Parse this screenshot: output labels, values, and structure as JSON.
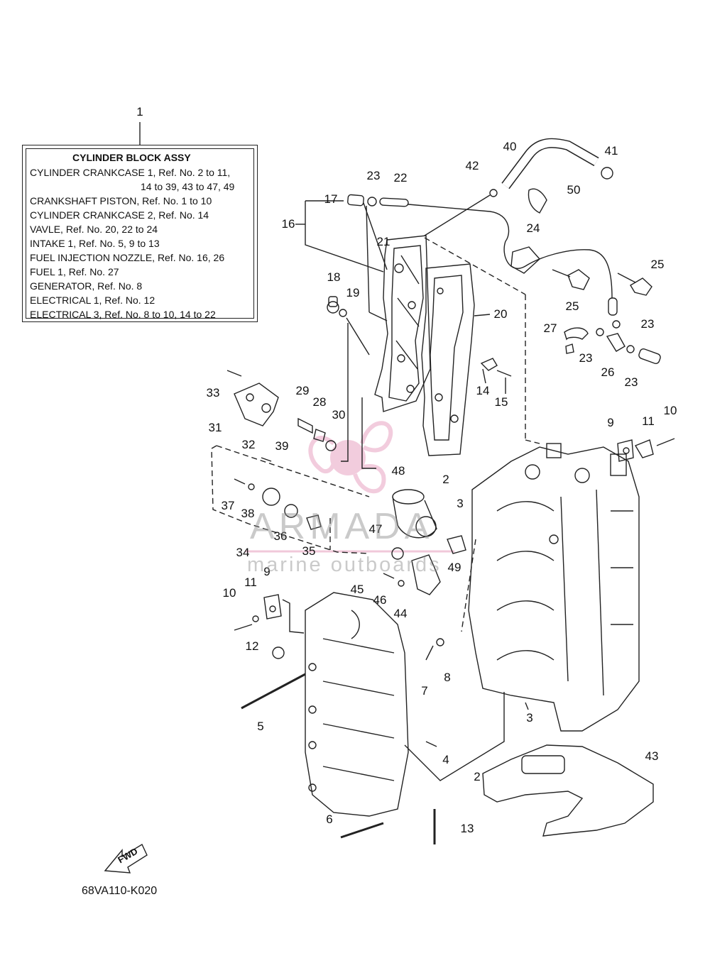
{
  "legend": {
    "title": "CYLINDER BLOCK ASSY",
    "lines": [
      "CYLINDER CRANKCASE 1,  Ref. No. 2 to 11,",
      "14 to 39, 43 to 47, 49",
      "CRANKSHAFT PISTON,  Ref. No. 1 to 10",
      "CYLINDER CRANKCASE 2,  Ref. No. 14",
      "VAVLE,  Ref. No. 20, 22 to 24",
      "INTAKE 1,  Ref. No. 5, 9 to 13",
      "FUEL INJECTION NOZZLE,  Ref. No. 16, 26",
      "FUEL 1,  Ref. No. 27",
      "GENERATOR,  Ref. No. 8",
      "ELECTRICAL 1,  Ref. No. 12",
      "ELECTRICAL 3,  Ref. No. 8 to 10, 14 to 22"
    ]
  },
  "callouts": [
    "1",
    "2",
    "2",
    "3",
    "3",
    "4",
    "5",
    "6",
    "7",
    "8",
    "9",
    "9",
    "10",
    "10",
    "11",
    "11",
    "12",
    "13",
    "14",
    "15",
    "16",
    "17",
    "18",
    "19",
    "20",
    "21",
    "22",
    "23",
    "23",
    "23",
    "23",
    "24",
    "25",
    "25",
    "26",
    "27",
    "28",
    "29",
    "30",
    "31",
    "32",
    "33",
    "34",
    "35",
    "36",
    "37",
    "38",
    "39",
    "40",
    "41",
    "42",
    "43",
    "44",
    "45",
    "46",
    "47",
    "48",
    "49",
    "50"
  ],
  "fwd_label": "FWD",
  "diagram_code": "68VA110-K020",
  "watermark": {
    "title": "ARMADA",
    "subtitle": "marine outboards"
  },
  "colors": {
    "line": "#222222",
    "watermark_pink": "#e8a3c2",
    "watermark_gray": "#8c8c8c"
  }
}
